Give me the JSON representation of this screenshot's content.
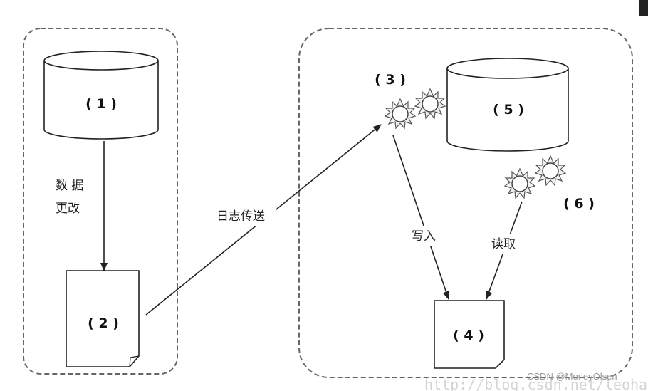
{
  "labels": {
    "source_db": "( 1 )",
    "log_file": "( 2 )",
    "writer_threads": "( 3 )",
    "relay_file": "( 4 )",
    "replica_db": "( 5 )",
    "reader_threads": "( 6 )"
  },
  "edges": {
    "data_change_line1": "数 据",
    "data_change_line2": "更改",
    "log_transfer": "日志传送",
    "write": "写入",
    "read": "读取"
  },
  "watermark": {
    "csdn": "CSDN @MorleyOlsen",
    "url": "http://blog.csdn.net/leohan"
  }
}
